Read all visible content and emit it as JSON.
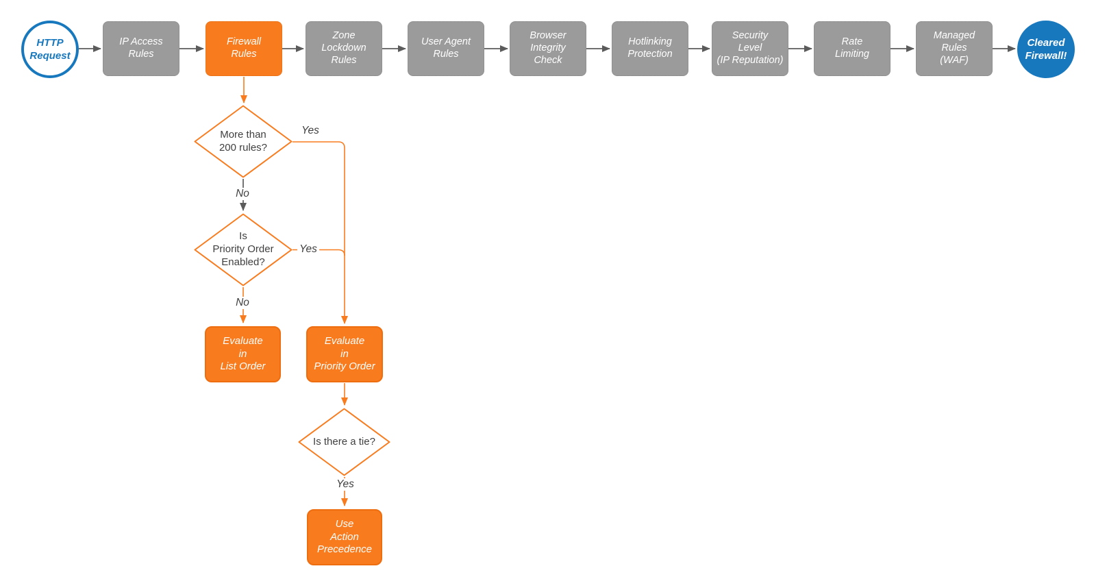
{
  "colors": {
    "node_gray": "#9b9b9b",
    "node_gray_border": "#848484",
    "node_orange": "#f87b1e",
    "node_orange_border": "#ee6d0f",
    "accent_blue": "#1878be",
    "connector_gray": "#5b5b5b",
    "connector_orange": "#f87b1e",
    "label_text": "#3f3f3f",
    "node_text": "#ffffff"
  },
  "flow": {
    "start": {
      "label": "HTTP\nRequest"
    },
    "steps": [
      {
        "label": "IP Access\nRules",
        "highlighted": false
      },
      {
        "label": "Firewall\nRules",
        "highlighted": true
      },
      {
        "label": "Zone\nLockdown\nRules",
        "highlighted": false
      },
      {
        "label": "User Agent\nRules",
        "highlighted": false
      },
      {
        "label": "Browser\nIntegrity\nCheck",
        "highlighted": false
      },
      {
        "label": "Hotlinking\nProtection",
        "highlighted": false
      },
      {
        "label": "Security\nLevel\n(IP Reputation)",
        "highlighted": false
      },
      {
        "label": "Rate\nLimiting",
        "highlighted": false
      },
      {
        "label": "Managed\nRules\n(WAF)",
        "highlighted": false
      }
    ],
    "end": {
      "label": "Cleared\nFirewall!"
    }
  },
  "firewall_branch": {
    "decision_rules_count": {
      "label": "More than\n200 rules?",
      "yes_label": "Yes",
      "no_label": "No"
    },
    "decision_priority_enabled": {
      "label": "Is\nPriority Order\nEnabled?",
      "yes_label": "Yes",
      "no_label": "No"
    },
    "process_list_order": {
      "label": "Evaluate\nin\nList Order"
    },
    "process_priority_order": {
      "label": "Evaluate\nin\nPriority Order"
    },
    "decision_tie": {
      "label": "Is there a tie?",
      "yes_label": "Yes"
    },
    "process_action_precedence": {
      "label": "Use\nAction\nPrecedence"
    }
  }
}
